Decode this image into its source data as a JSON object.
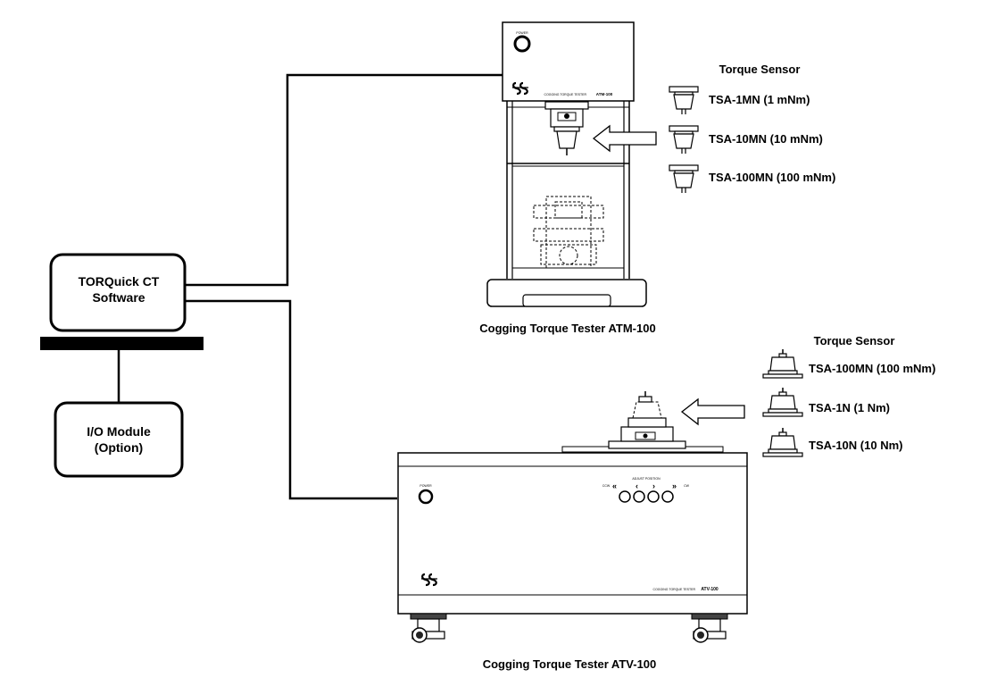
{
  "software": {
    "line1": "TORQuick CT",
    "line2": "Software"
  },
  "io_module": {
    "line1": "I/O Module",
    "line2": "(Option)"
  },
  "atm": {
    "caption": "Cogging Torque Tester ATM-100",
    "power_label": "POWER",
    "panel_text": "COGGING TORQUE TESTER",
    "model": "ATM-100",
    "sensor_heading": "Torque Sensor",
    "sensors": [
      "TSA-1MN  (1 mNm)",
      "TSA-10MN  (10 mNm)",
      "TSA-100MN  (100 mNm)"
    ]
  },
  "atv": {
    "caption": "Cogging Torque Tester ATV-100",
    "power_label": "POWER",
    "adjust_label": "ADJUST POSITION",
    "ccw_label": "CCW",
    "cw_label": "CW",
    "panel_text": "COGGING TORQUE TESTER",
    "model": "ATV-100",
    "sensor_heading": "Torque Sensor",
    "sensors": [
      "TSA-100MN  (100 mNm)",
      "TSA-1N  (1 Nm)",
      "TSA-10N  (10 Nm)"
    ]
  },
  "icons": [
    "sugawara-logo-icon",
    "arrow-left-icon",
    "torque-sensor-icon",
    "power-button-icon",
    "caster-wheel-icon"
  ]
}
